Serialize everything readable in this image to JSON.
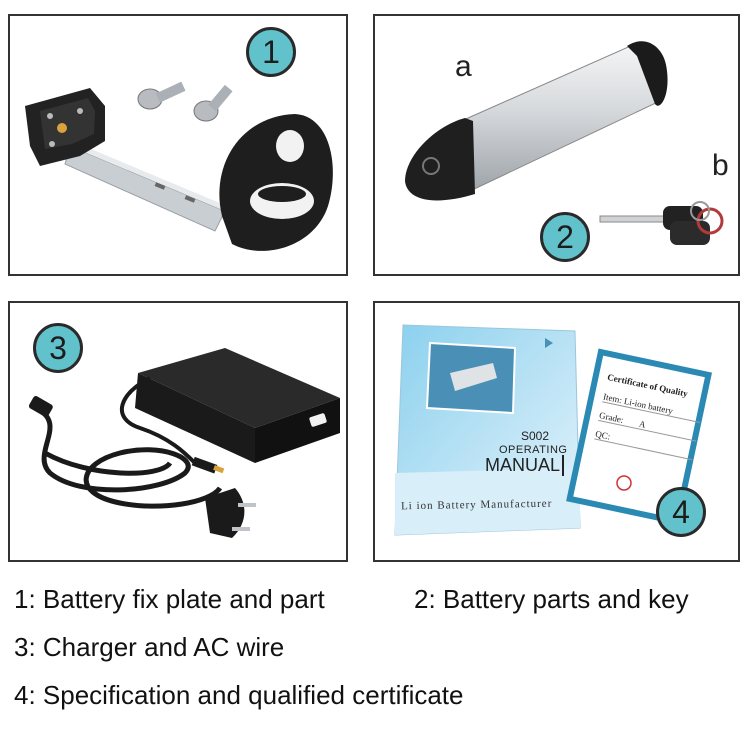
{
  "panels": [
    {
      "badge": "1"
    },
    {
      "badge": "2",
      "label_a": "a",
      "label_b": "b"
    },
    {
      "badge": "3"
    },
    {
      "badge": "4",
      "manual": {
        "model": "S002",
        "subtitle": "OPERATING",
        "title": "MANUAL",
        "footer": "Li ion Battery Manufacturer"
      },
      "certificate": {
        "heading": "Certificate of Quality",
        "item": "Item: Li-ion battery",
        "grade_label": "Grade:",
        "grade_value": "A",
        "qc_label": "QC:"
      }
    }
  ],
  "captions": {
    "c1": "1: Battery fix plate and part",
    "c2": "2: Battery parts and key",
    "c3": "3: Charger and AC wire",
    "c4": "4: Specification and qualified certificate"
  },
  "colors": {
    "badge_fill": "#62c2cc",
    "panel_border": "#333333",
    "manual_blue": "#6fbde0"
  }
}
